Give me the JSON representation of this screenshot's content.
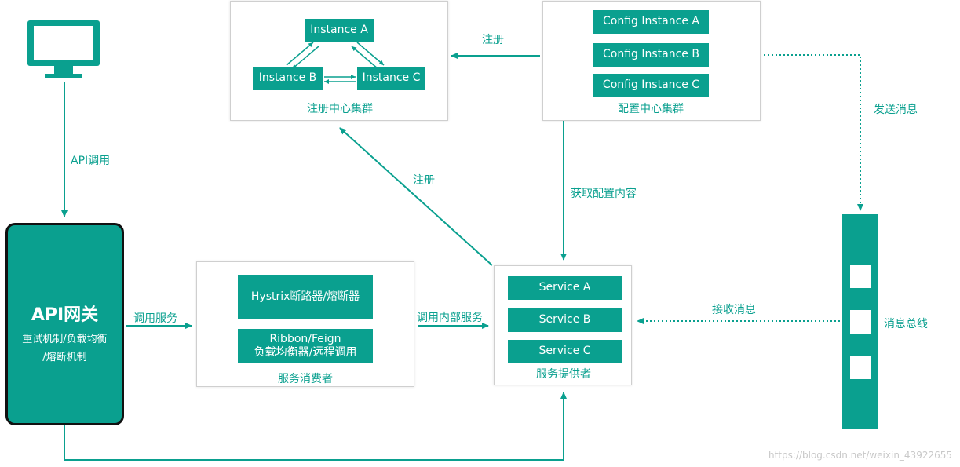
{
  "colors": {
    "accent": "#0aa08f",
    "panel_border": "#cfcfcf"
  },
  "client": {
    "icon": "monitor-icon",
    "call_label": "API调用"
  },
  "gateway": {
    "title": "API网关",
    "line1": "重试机制/负载均衡",
    "line2": "/熔断机制",
    "call_service_label": "调用服务"
  },
  "registry": {
    "caption": "注册中心集群",
    "instances": [
      "Instance A",
      "Instance B",
      "Instance C"
    ]
  },
  "config": {
    "caption": "配置中心集群",
    "instances": [
      "Config Instance A",
      "Config Instance B",
      "Config Instance C"
    ],
    "register_label": "注册",
    "send_message_label": "发送消息"
  },
  "consumer": {
    "caption": "服务消费者",
    "boxes": [
      "Hystrix断路器/熔断器",
      "Ribbon/Feign",
      "负载均衡器/远程调用"
    ],
    "call_internal_label": "调用内部服务"
  },
  "provider": {
    "caption": "服务提供者",
    "services": [
      "Service A",
      "Service B",
      "Service C"
    ],
    "register_label": "注册",
    "get_config_label": "获取配置内容",
    "receive_message_label": "接收消息"
  },
  "bus": {
    "caption": "消息总线"
  },
  "watermark": "https://blog.csdn.net/weixin_43922655"
}
